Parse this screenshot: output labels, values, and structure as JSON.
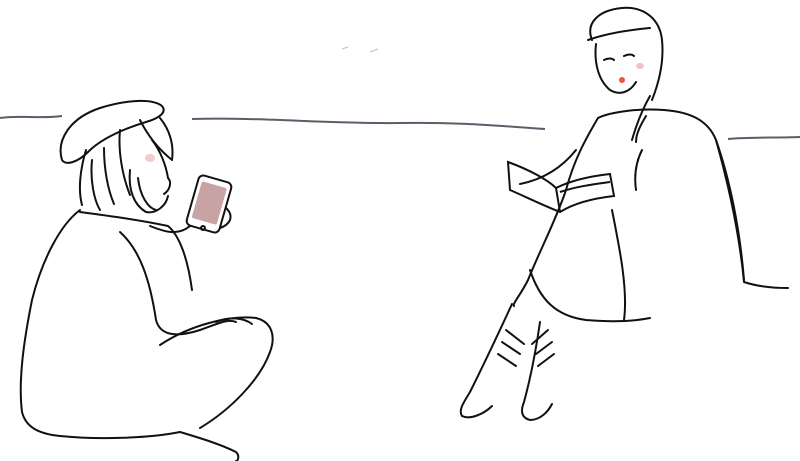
{
  "scene": {
    "style": "line-drawing",
    "figures": [
      "man-with-phone",
      "woman-reading-book"
    ],
    "colors": {
      "background": "#ffffff",
      "ink": "#111111",
      "horizon": "#5d5d6b",
      "phone_screen": "#c8a3a3",
      "cheek": "#e79a9a",
      "lips": "#e8593a"
    }
  }
}
